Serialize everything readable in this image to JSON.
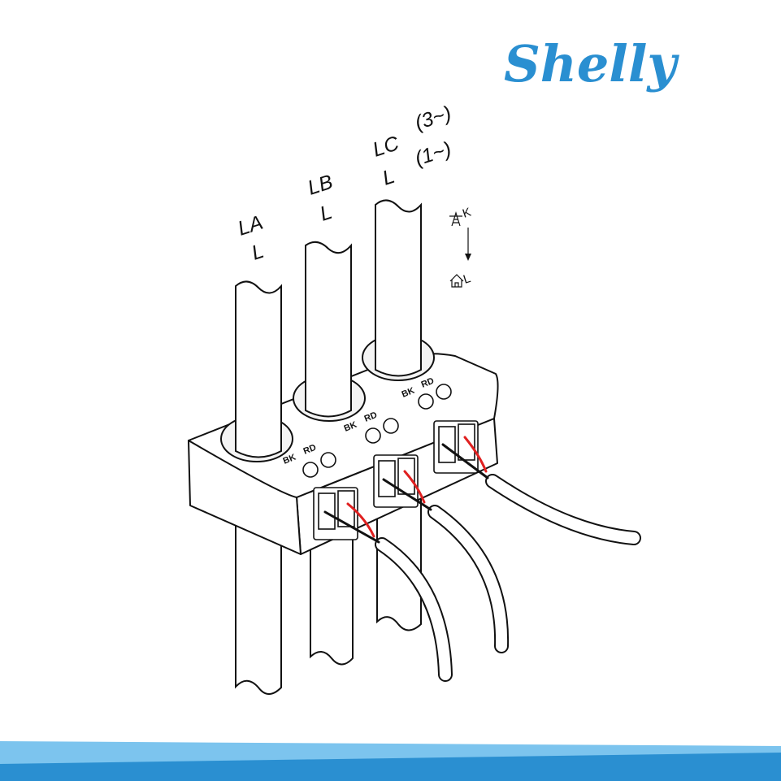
{
  "brand": {
    "logo_text": "Shelly",
    "color": "#2a8fd1"
  },
  "labels": {
    "phase_a": "LA",
    "phase_b": "LB",
    "phase_c": "LC",
    "line_a": "L",
    "line_b": "L",
    "line_c": "L",
    "three_phase": "(3~)",
    "single_phase": "(1~)"
  },
  "direction": {
    "source_label": "K",
    "load_label": "L",
    "source_icon": "power-pylon-icon",
    "load_icon": "house-icon"
  },
  "terminals": [
    {
      "black_label": "BK",
      "red_label": "RD"
    },
    {
      "black_label": "BK",
      "red_label": "RD"
    },
    {
      "black_label": "BK",
      "red_label": "RD"
    }
  ],
  "colors": {
    "outline": "#111111",
    "wire_black": "#111111",
    "wire_red": "#e02020",
    "band_dark": "#2a8fd1",
    "band_light": "#7cc4ee"
  }
}
